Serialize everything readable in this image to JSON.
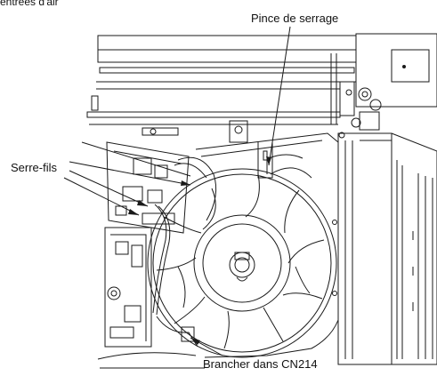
{
  "labels": {
    "top_partial": "entrées d'air",
    "clamp": "Pince de serrage",
    "cable_ties": "Serre-fils",
    "connector": "Brancher dans CN214"
  },
  "colors": {
    "line": "#1a1a1a",
    "background": "#ffffff",
    "shade": "#d6d6d6"
  },
  "icons": {
    "fan": "centrifugal-fan-wheel",
    "board": "control-board",
    "clamp": "cable-clamp"
  }
}
